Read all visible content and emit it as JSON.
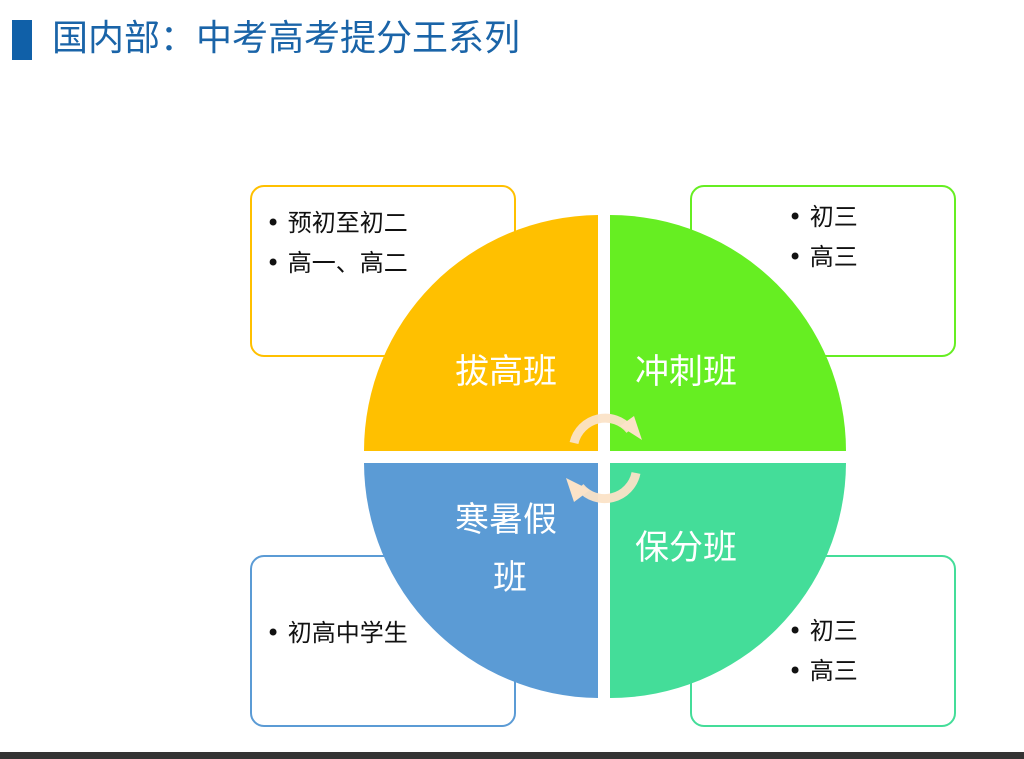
{
  "title": "国内部：中考高考提分王系列",
  "colors": {
    "orange": "#FFC000",
    "green": "#66EE22",
    "blue": "#5B9BD5",
    "teal": "#44DD99",
    "title": "#1a64a8"
  },
  "quadrants": [
    {
      "label": "拔高班",
      "items": [
        "预初至初二",
        "高一、高二"
      ]
    },
    {
      "label": "冲刺班",
      "items": [
        "初三",
        "高三"
      ]
    },
    {
      "label_line1": "寒暑假",
      "label_line2": "班",
      "items": [
        "初高中学生"
      ]
    },
    {
      "label": "保分班",
      "items": [
        "初三",
        "高三"
      ]
    }
  ],
  "center_icon": "cycle-arrows-icon"
}
